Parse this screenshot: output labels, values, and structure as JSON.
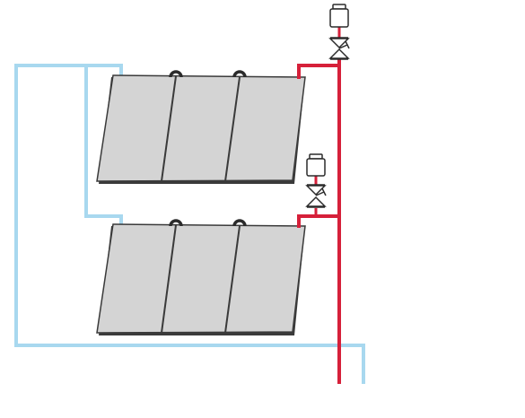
{
  "diagram": {
    "kind": "solar-collector-piping-schematic",
    "arrays": [
      {
        "name": "upper-collector-array",
        "panel_count": 3,
        "top_fittings": 2
      },
      {
        "name": "lower-collector-array",
        "panel_count": 3,
        "top_fittings": 2
      }
    ],
    "air_vents": [
      {
        "name": "top-air-vent",
        "has_isolation_valve": true
      },
      {
        "name": "middle-air-vent",
        "has_isolation_valve": true
      }
    ],
    "colors": {
      "hot_pipe": "#d6203a",
      "cold_pipe": "#a8d8ef",
      "panel_fill": "#d4d4d4",
      "panel_edge": "#3a3a3a",
      "valve_fill": "#ffffff",
      "fitting": "#2b2b2b"
    }
  }
}
